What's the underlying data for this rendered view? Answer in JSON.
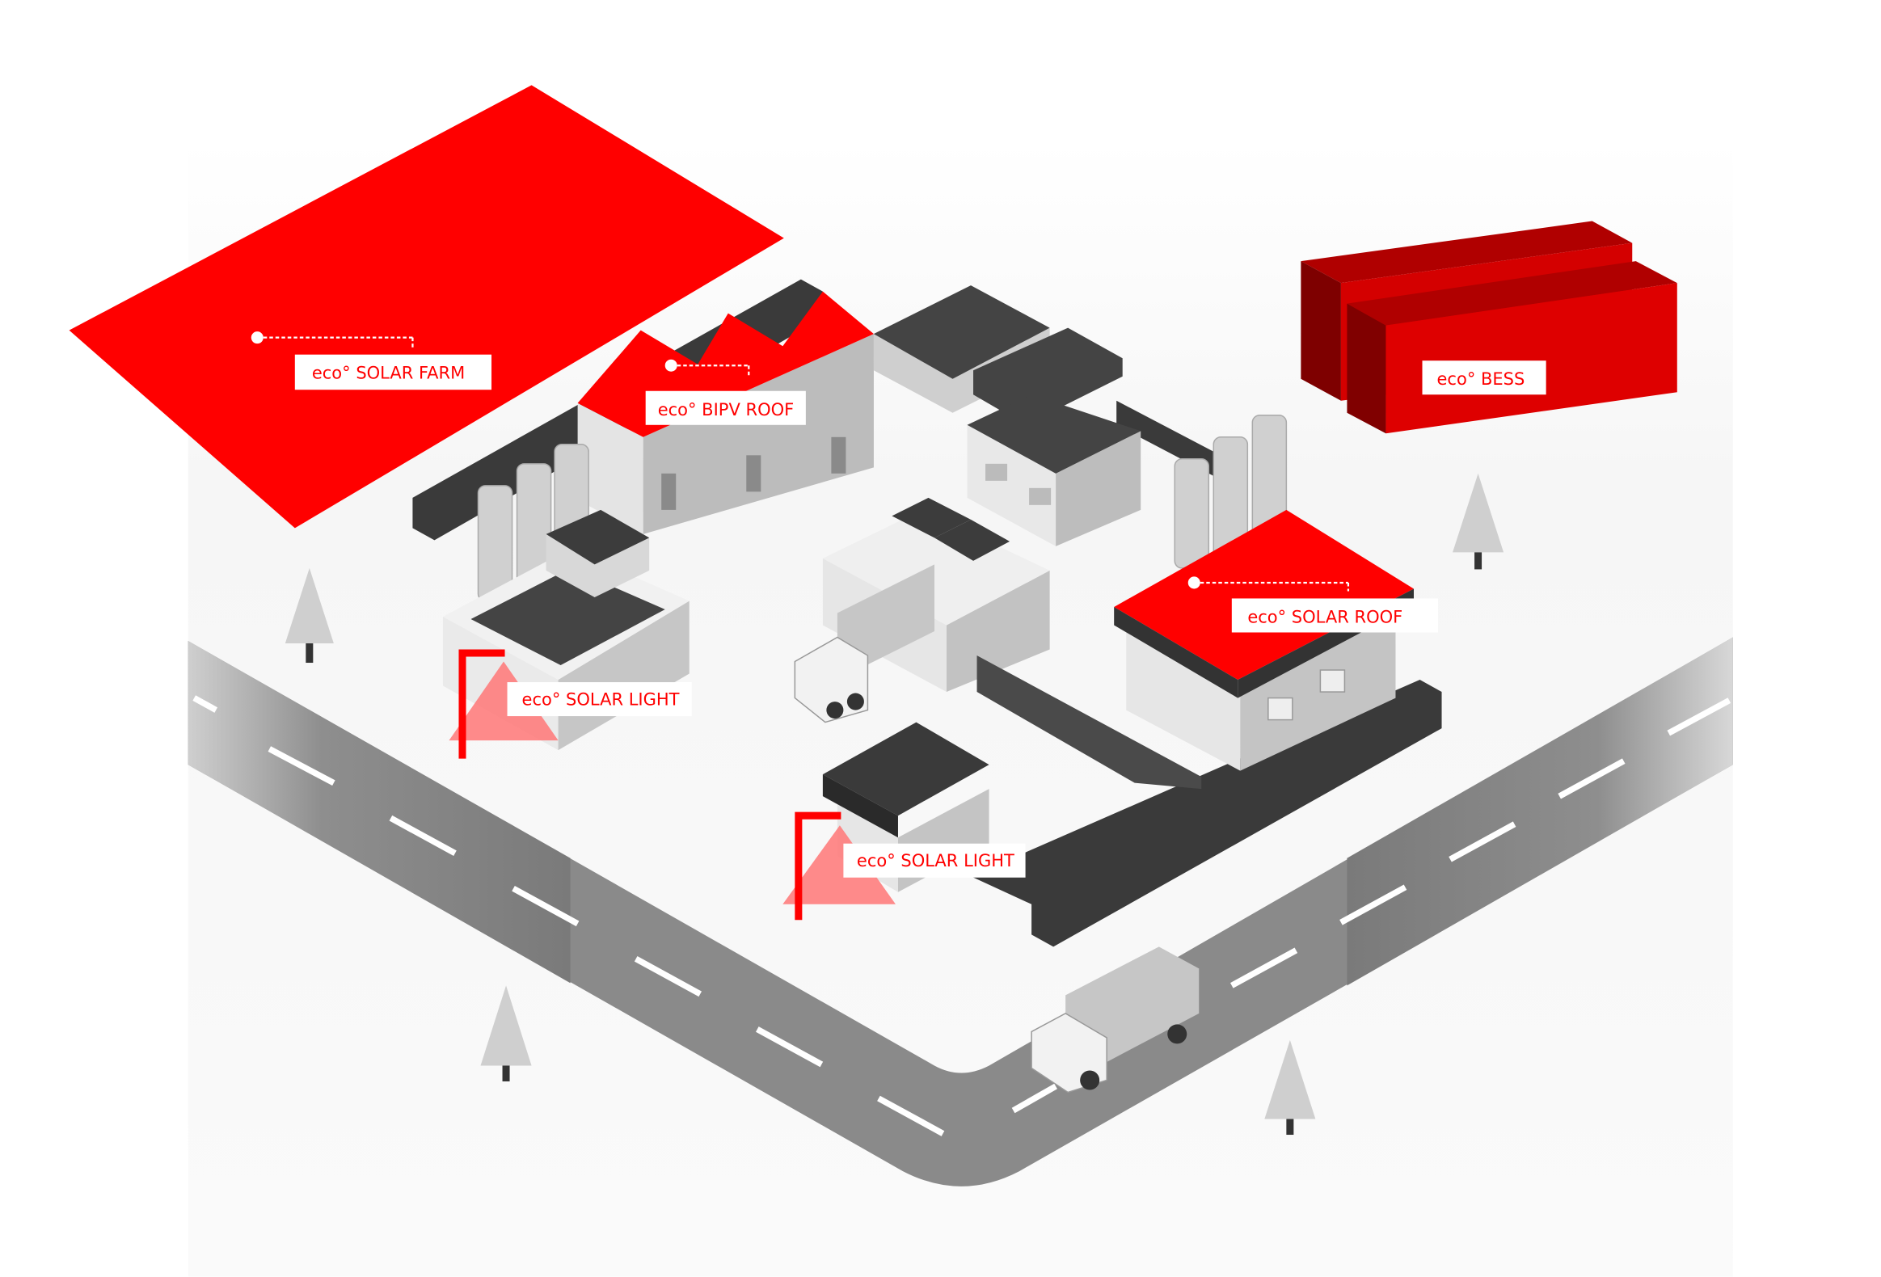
{
  "labels": {
    "solar_farm": "eco° SOLAR FARM",
    "bipv_roof": "eco° BIPV ROOF",
    "bess": "eco° BESS",
    "solar_roof": "eco° SOLAR ROOF",
    "solar_light_1": "eco° SOLAR LIGHT",
    "solar_light_2": "eco° SOLAR LIGHT"
  },
  "colors": {
    "accent": "#ff0000",
    "accent_dark": "#800000",
    "building_dark": "#3c3c3c",
    "road": "#8c8c8c"
  }
}
